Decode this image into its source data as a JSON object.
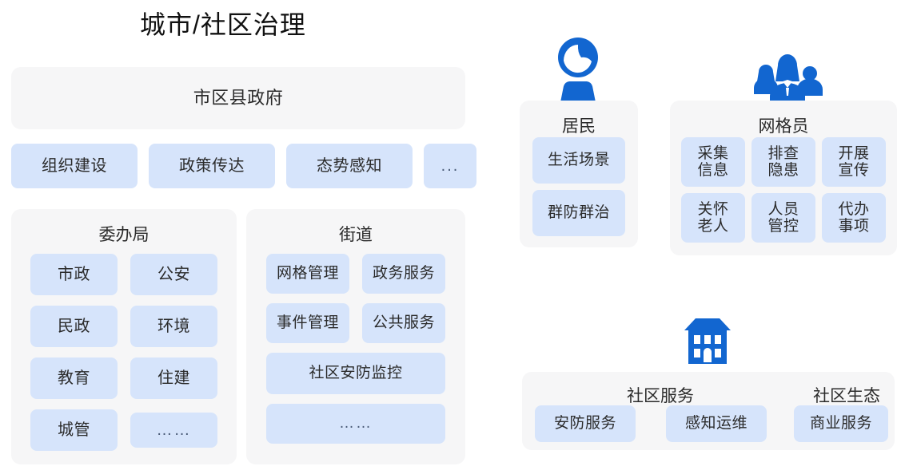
{
  "title": "城市/社区治理",
  "colors": {
    "icon_blue": "#1266D0",
    "chip_blue": "#d6e4fb",
    "panel_gray": "#f6f6f7",
    "text": "#2b2b2b"
  },
  "left_column": {
    "government": {
      "title": "市区县政府",
      "chips": [
        "组织建设",
        "政策传达",
        "态势感知",
        "..."
      ]
    },
    "bureau": {
      "title": "委办局",
      "chips": [
        "市政",
        "公安",
        "民政",
        "环境",
        "教育",
        "住建",
        "城管",
        "……"
      ]
    },
    "street": {
      "title": "街道",
      "chips": [
        "网格管理",
        "政务服务",
        "事件管理",
        "公共服务",
        "社区安防监控",
        "……"
      ]
    }
  },
  "right_column": {
    "resident": {
      "icon": "person-icon",
      "title": "居民",
      "chips": [
        "生活场景",
        "群防群治"
      ]
    },
    "gridworker": {
      "icon": "people-group-icon",
      "title": "网格员",
      "chips": [
        "采集\n信息",
        "排查\n隐患",
        "开展\n宣传",
        "关怀\n老人",
        "人员\n管控",
        "代办\n事项"
      ]
    },
    "community": {
      "icon": "building-icon",
      "service_title": "社区服务",
      "service_chips": [
        "安防服务",
        "感知运维"
      ],
      "ecology_title": "社区生态",
      "ecology_chips": [
        "商业服务"
      ]
    }
  }
}
